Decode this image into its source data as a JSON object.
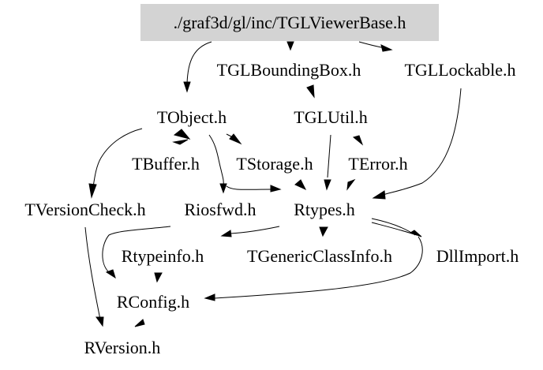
{
  "diagram": {
    "type": "include-dependency-graph",
    "root": "./graf3d/gl/inc/TGLViewerBase.h",
    "root_fill": "#d3d3d3",
    "nodes": [
      {
        "id": "root",
        "label": "./graf3d/gl/inc/TGLViewerBase.h"
      },
      {
        "id": "bbox",
        "label": "TGLBoundingBox.h"
      },
      {
        "id": "lockable",
        "label": "TGLLockable.h"
      },
      {
        "id": "tobject",
        "label": "TObject.h"
      },
      {
        "id": "glutil",
        "label": "TGLUtil.h"
      },
      {
        "id": "tbuffer",
        "label": "TBuffer.h"
      },
      {
        "id": "tstorage",
        "label": "TStorage.h"
      },
      {
        "id": "terror",
        "label": "TError.h"
      },
      {
        "id": "tversioncheck",
        "label": "TVersionCheck.h"
      },
      {
        "id": "riosfwd",
        "label": "Riosfwd.h"
      },
      {
        "id": "rtypes",
        "label": "Rtypes.h"
      },
      {
        "id": "rtypeinfo",
        "label": "Rtypeinfo.h"
      },
      {
        "id": "tgenericclassinfo",
        "label": "TGenericClassInfo.h"
      },
      {
        "id": "dllimport",
        "label": "DllImport.h"
      },
      {
        "id": "rconfig",
        "label": "RConfig.h"
      },
      {
        "id": "rversion",
        "label": "RVersion.h"
      }
    ],
    "edges": [
      {
        "from": "root",
        "to": "tobject"
      },
      {
        "from": "root",
        "to": "bbox"
      },
      {
        "from": "root",
        "to": "lockable"
      },
      {
        "from": "bbox",
        "to": "glutil"
      },
      {
        "from": "lockable",
        "to": "rtypes"
      },
      {
        "from": "tobject",
        "to": "tbuffer"
      },
      {
        "from": "tobject",
        "to": "tstorage"
      },
      {
        "from": "tobject",
        "to": "tversioncheck"
      },
      {
        "from": "tobject",
        "to": "riosfwd"
      },
      {
        "from": "tobject",
        "to": "rtypes"
      },
      {
        "from": "glutil",
        "to": "terror"
      },
      {
        "from": "glutil",
        "to": "rtypes"
      },
      {
        "from": "tbuffer",
        "to": "tobject"
      },
      {
        "from": "tstorage",
        "to": "rtypes"
      },
      {
        "from": "terror",
        "to": "rtypes"
      },
      {
        "from": "tversioncheck",
        "to": "rversion"
      },
      {
        "from": "riosfwd",
        "to": "rconfig"
      },
      {
        "from": "rtypes",
        "to": "rtypeinfo"
      },
      {
        "from": "rtypes",
        "to": "tgenericclassinfo"
      },
      {
        "from": "rtypes",
        "to": "dllimport"
      },
      {
        "from": "rtypes",
        "to": "rconfig"
      },
      {
        "from": "rtypeinfo",
        "to": "rconfig"
      },
      {
        "from": "rconfig",
        "to": "rversion"
      }
    ]
  }
}
